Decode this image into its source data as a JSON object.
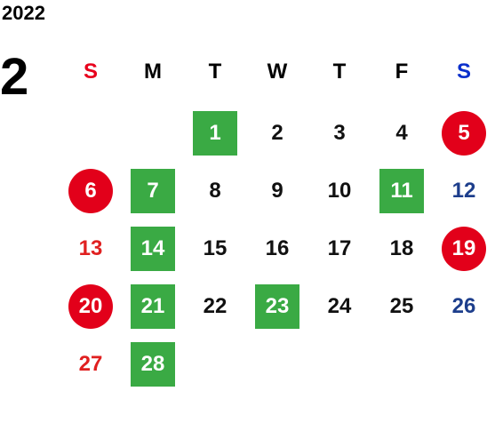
{
  "calendar": {
    "year": "2022",
    "month": "2",
    "weekdays": [
      "S",
      "M",
      "T",
      "W",
      "T",
      "F",
      "S"
    ],
    "colors": {
      "sunday_header": "#e8001c",
      "saturday_header": "#0b2fcc",
      "sunday_text": "#e02020",
      "saturday_text": "#1d3e8c",
      "green_highlight": "#3aaa44",
      "red_highlight": "#e2001a"
    },
    "weeks": [
      [
        {
          "label": "",
          "mark": "none"
        },
        {
          "label": "",
          "mark": "none"
        },
        {
          "label": "1",
          "mark": "green"
        },
        {
          "label": "2",
          "mark": "none"
        },
        {
          "label": "3",
          "mark": "none"
        },
        {
          "label": "4",
          "mark": "none"
        },
        {
          "label": "5",
          "mark": "red"
        }
      ],
      [
        {
          "label": "6",
          "mark": "red"
        },
        {
          "label": "7",
          "mark": "green"
        },
        {
          "label": "8",
          "mark": "none"
        },
        {
          "label": "9",
          "mark": "none"
        },
        {
          "label": "10",
          "mark": "none"
        },
        {
          "label": "11",
          "mark": "green"
        },
        {
          "label": "12",
          "mark": "none"
        }
      ],
      [
        {
          "label": "13",
          "mark": "none"
        },
        {
          "label": "14",
          "mark": "green"
        },
        {
          "label": "15",
          "mark": "none"
        },
        {
          "label": "16",
          "mark": "none"
        },
        {
          "label": "17",
          "mark": "none"
        },
        {
          "label": "18",
          "mark": "none"
        },
        {
          "label": "19",
          "mark": "red"
        }
      ],
      [
        {
          "label": "20",
          "mark": "red"
        },
        {
          "label": "21",
          "mark": "green"
        },
        {
          "label": "22",
          "mark": "none"
        },
        {
          "label": "23",
          "mark": "green"
        },
        {
          "label": "24",
          "mark": "none"
        },
        {
          "label": "25",
          "mark": "none"
        },
        {
          "label": "26",
          "mark": "none"
        }
      ],
      [
        {
          "label": "27",
          "mark": "none"
        },
        {
          "label": "28",
          "mark": "green"
        },
        {
          "label": "",
          "mark": "none"
        },
        {
          "label": "",
          "mark": "none"
        },
        {
          "label": "",
          "mark": "none"
        },
        {
          "label": "",
          "mark": "none"
        },
        {
          "label": "",
          "mark": "none"
        }
      ]
    ]
  }
}
